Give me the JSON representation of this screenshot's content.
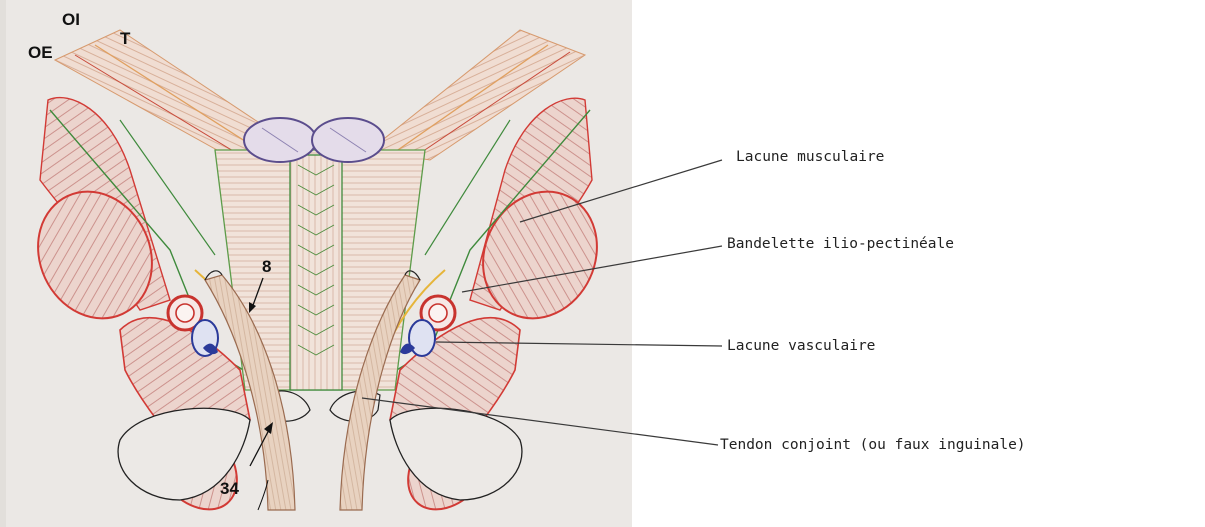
{
  "plate": {
    "labels": {
      "oe": "OE",
      "oi": "OI",
      "t": "T",
      "n8": "8",
      "n34": "34"
    }
  },
  "annotations": {
    "lacune_musculaire": "Lacune musculaire",
    "bandelette": "Bandelette ilio-pectinéale",
    "lacune_vasculaire": "Lacune vasculaire",
    "tendon_conjoint": "Tendon conjoint (ou faux inguinale)"
  },
  "colors": {
    "background": "#ffffff",
    "scan_paper": "#ece9e6",
    "muscle_red": "#d23a35",
    "muscle_fill": "#ecd3cc",
    "fascia_green": "#3f8a3c",
    "tendon_beige": "#e6cfbb",
    "vein_blue": "#2b3a9a",
    "artery_red": "#c8332e",
    "purple": "#5b4d8d",
    "leader": "#3a3a3a"
  }
}
